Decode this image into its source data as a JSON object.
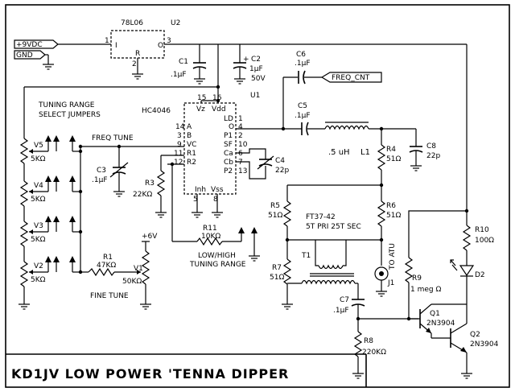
{
  "title": "KD1JV  LOW POWER 'TENNA DIPPER",
  "supply": {
    "vin": "+9VDC",
    "gnd": "GND",
    "plus6": "+6V"
  },
  "regulator": {
    "part": "78L06",
    "ref": "U2",
    "in": "I",
    "out": "O",
    "ref_pin": "R",
    "pin1": "1",
    "pin2": "2",
    "pin3": "3"
  },
  "caps": {
    "c1": {
      "ref": "C1",
      "val": ".1μF"
    },
    "c2": {
      "ref": "C2",
      "val1": "1μF",
      "val2": "50V"
    },
    "c3": {
      "ref": "C3",
      "val": ".1μF"
    },
    "c4": {
      "ref": "C4",
      "val": "22p"
    },
    "c5": {
      "ref": "C5",
      "val": ".1μF"
    },
    "c6": {
      "ref": "C6",
      "val": ".1μF"
    },
    "c7": {
      "ref": "C7",
      "val": ".1μF"
    },
    "c8": {
      "ref": "C8",
      "val": "22p"
    }
  },
  "freq_cnt": "FREQ_CNT",
  "u1": {
    "ref": "U1",
    "part": "HC4046",
    "vz": "Vz",
    "vdd": "Vdd",
    "ld": "LD",
    "o": "O",
    "p1": "P1",
    "sf": "SF",
    "ca": "Ca",
    "cb": "Cb",
    "p2": "P2",
    "inh": "Inh",
    "vss": "Vss",
    "a": "A",
    "b": "B",
    "vc": "VC",
    "r1": "R1",
    "r2": "R2",
    "pins": {
      "p15": "15",
      "p16": "16",
      "p1": "1",
      "p4": "4",
      "p2": "2",
      "p10": "10",
      "p6": "6",
      "p7": "7",
      "p13": "13",
      "p14": "14",
      "p3": "3",
      "p9": "9",
      "p11": "11",
      "p12": "12",
      "p5": "5",
      "p8": "8"
    }
  },
  "labels": {
    "tuning1": "TUNING RANGE",
    "tuning2": "SELECT JUMPERS",
    "freq_tune": "FREQ TUNE",
    "fine_tune": "FINE TUNE",
    "lowhigh1": "LOW/HIGH",
    "lowhigh2": "TUNING RANGE",
    "to_atu": "TO ATU",
    "ft37a": "FT37-42",
    "ft37b": "5T PRI 25T SEC"
  },
  "resistors": {
    "r1": {
      "ref": "R1",
      "val": "47KΩ"
    },
    "r3": {
      "ref": "R3",
      "val": "22KΩ"
    },
    "r4": {
      "ref": "R4",
      "val": "51Ω"
    },
    "r5": {
      "ref": "R5",
      "val": "51Ω"
    },
    "r6": {
      "ref": "R6",
      "val": "51Ω"
    },
    "r7": {
      "ref": "R7",
      "val": "51Ω"
    },
    "r8": {
      "ref": "R8",
      "val": "220KΩ"
    },
    "r9": {
      "ref": "R9",
      "val": "1 meg Ω"
    },
    "r10": {
      "ref": "R10",
      "val": "100Ω"
    },
    "r11": {
      "ref": "R11",
      "val": "10KΩ"
    }
  },
  "pots": {
    "v1": {
      "ref": "V1",
      "val": "50KΩ"
    },
    "v2": {
      "ref": "V2",
      "val": "5KΩ"
    },
    "v3": {
      "ref": "V3",
      "val": "5KΩ"
    },
    "v4": {
      "ref": "V4",
      "val": "5KΩ"
    },
    "v5": {
      "ref": "V5",
      "val": "5KΩ"
    }
  },
  "inductor": {
    "val": ".5 uH",
    "ref": "L1"
  },
  "transformer": "T1",
  "jack": "J1",
  "led": "D2",
  "transistors": {
    "q1": {
      "ref": "Q1",
      "part": "2N3904"
    },
    "q2": {
      "ref": "Q2",
      "part": "2N3904"
    }
  }
}
